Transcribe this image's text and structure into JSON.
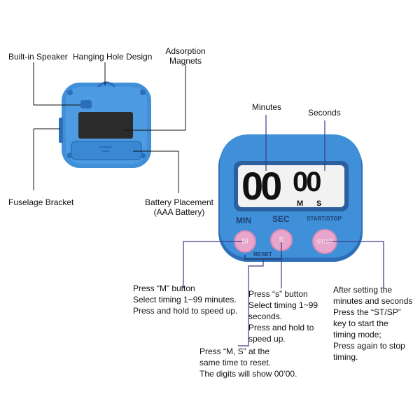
{
  "colors": {
    "body_blue": "#3f8fd9",
    "body_dark": "#2c6fb8",
    "screen": "#f2f2f2",
    "button_pink": "#e8a6cc",
    "leader_line": "#3a3a8a"
  },
  "back_labels": {
    "speaker": "Built-in Speaker",
    "hanging_hole": "Hanging Hole Design",
    "magnets_line1": "Adsorption",
    "magnets_line2": "Magnets",
    "bracket": "Fuselage Bracket",
    "battery_line1": "Battery Placement",
    "battery_line2": "(AAA Battery)"
  },
  "front_labels": {
    "minutes": "Minutes",
    "seconds": "Seconds"
  },
  "device": {
    "display_digits": "00",
    "display_digits_right": "00",
    "unit_m": "M",
    "unit_s": "S",
    "btn_min_label": "MIN",
    "btn_sec_label": "SEC",
    "btn_start_label": "START/STOP",
    "btn_min_glyph": "M",
    "btn_sec_glyph": "S",
    "btn_start_glyph": "ST/SP",
    "reset_label": "RESET"
  },
  "notes": {
    "min": [
      "Press “M” button",
      "Select timing 1~99 minutes.",
      "Press and hold to speed up."
    ],
    "sec": [
      "Press “s” button",
      "Select timing 1~99",
      "seconds.",
      "Press and hold to",
      "speed up."
    ],
    "start": [
      "After setting the",
      "minutes and seconds",
      "Press the “ST/SP”",
      "key to start the",
      "timing mode;",
      "Press again to stop",
      "timing."
    ],
    "reset": [
      "Press “M, S” at the",
      "same time to reset.",
      "The digits will show 00’00."
    ]
  }
}
